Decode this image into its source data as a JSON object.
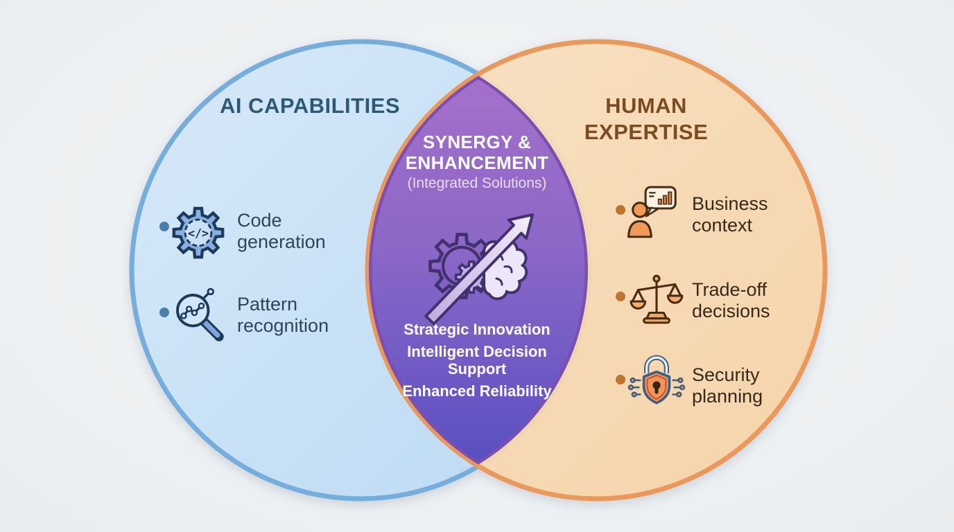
{
  "diagram_type": "venn-diagram",
  "background_color": "#eef1f2",
  "venn": {
    "left": {
      "title": "AI CAPABILITIES",
      "title_color": "#2d5977",
      "circle_fill": "#c9e1f5",
      "circle_stroke": "#74aedd",
      "bullet_color": "#4b7fab",
      "items": [
        {
          "label": "Code generation",
          "icon": "gear-code-icon",
          "icon_glyph": "</>"
        },
        {
          "label": "Pattern recognition",
          "icon": "magnifier-trend-icon"
        }
      ]
    },
    "right": {
      "title": "HUMAN EXPERTISE",
      "title_color": "#7c4b1f",
      "circle_fill": "#f9d8ad",
      "circle_stroke": "#e9995c",
      "bullet_color": "#bf7530",
      "items": [
        {
          "label": "Business context",
          "icon": "person-chart-bubble-icon"
        },
        {
          "label": "Trade-off decisions",
          "icon": "balance-scale-icon"
        },
        {
          "label": "Security planning",
          "icon": "shield-lock-circuit-icon"
        }
      ]
    },
    "overlap": {
      "title": "SYNERGY & ENHANCEMENT",
      "subtitle": "(Integrated Solutions)",
      "icon": "gear-brain-growth-arrow-icon",
      "gradient_top": "#a26fc9",
      "gradient_bottom": "#5a50c2",
      "stroke_color": "#7b4fae",
      "text_color": "#ffffff",
      "items": [
        "Strategic Innovation",
        "Intelligent Decision Support",
        "Enhanced Reliability"
      ]
    }
  }
}
